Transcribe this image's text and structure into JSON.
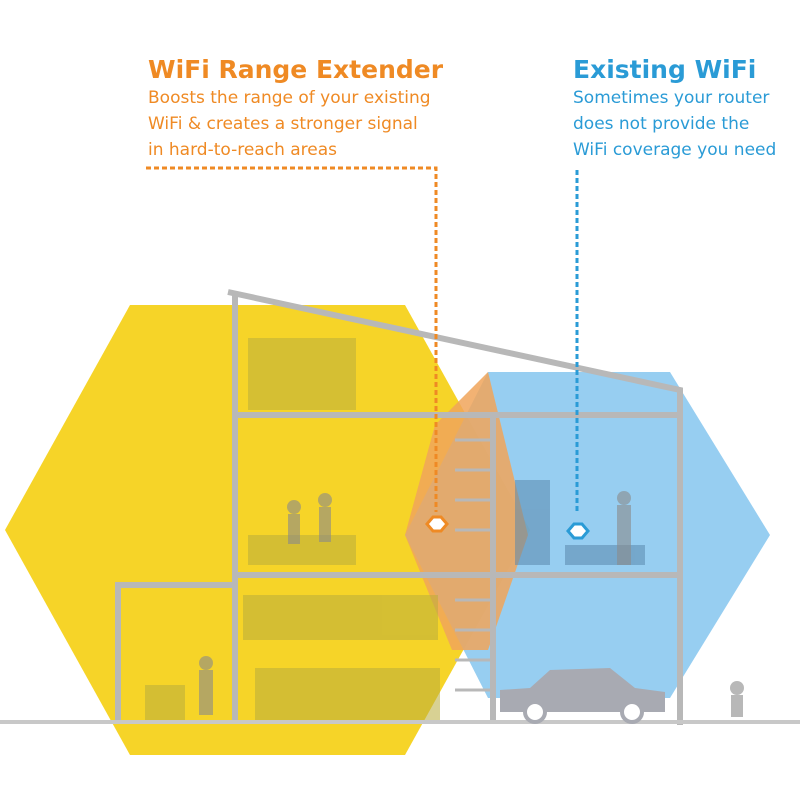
{
  "extender": {
    "title": "WiFi Range Extender",
    "lines": [
      "Boosts the range of your existing",
      "WiFi & creates a stronger signal",
      "in hard-to-reach areas"
    ]
  },
  "existing": {
    "title": "Existing WiFi",
    "lines": [
      "Sometimes your router",
      "does not provide the",
      "WiFi coverage you need"
    ]
  },
  "colors": {
    "extender_accent": "#ef8a24",
    "existing_accent": "#2a9bd6",
    "extender_coverage": "#f6d21c",
    "existing_coverage": "#8cc9ef",
    "overlap": "#f0a45a",
    "building": "#b8b8b8"
  },
  "icons": [
    "extender-node-icon",
    "router-node-icon"
  ]
}
